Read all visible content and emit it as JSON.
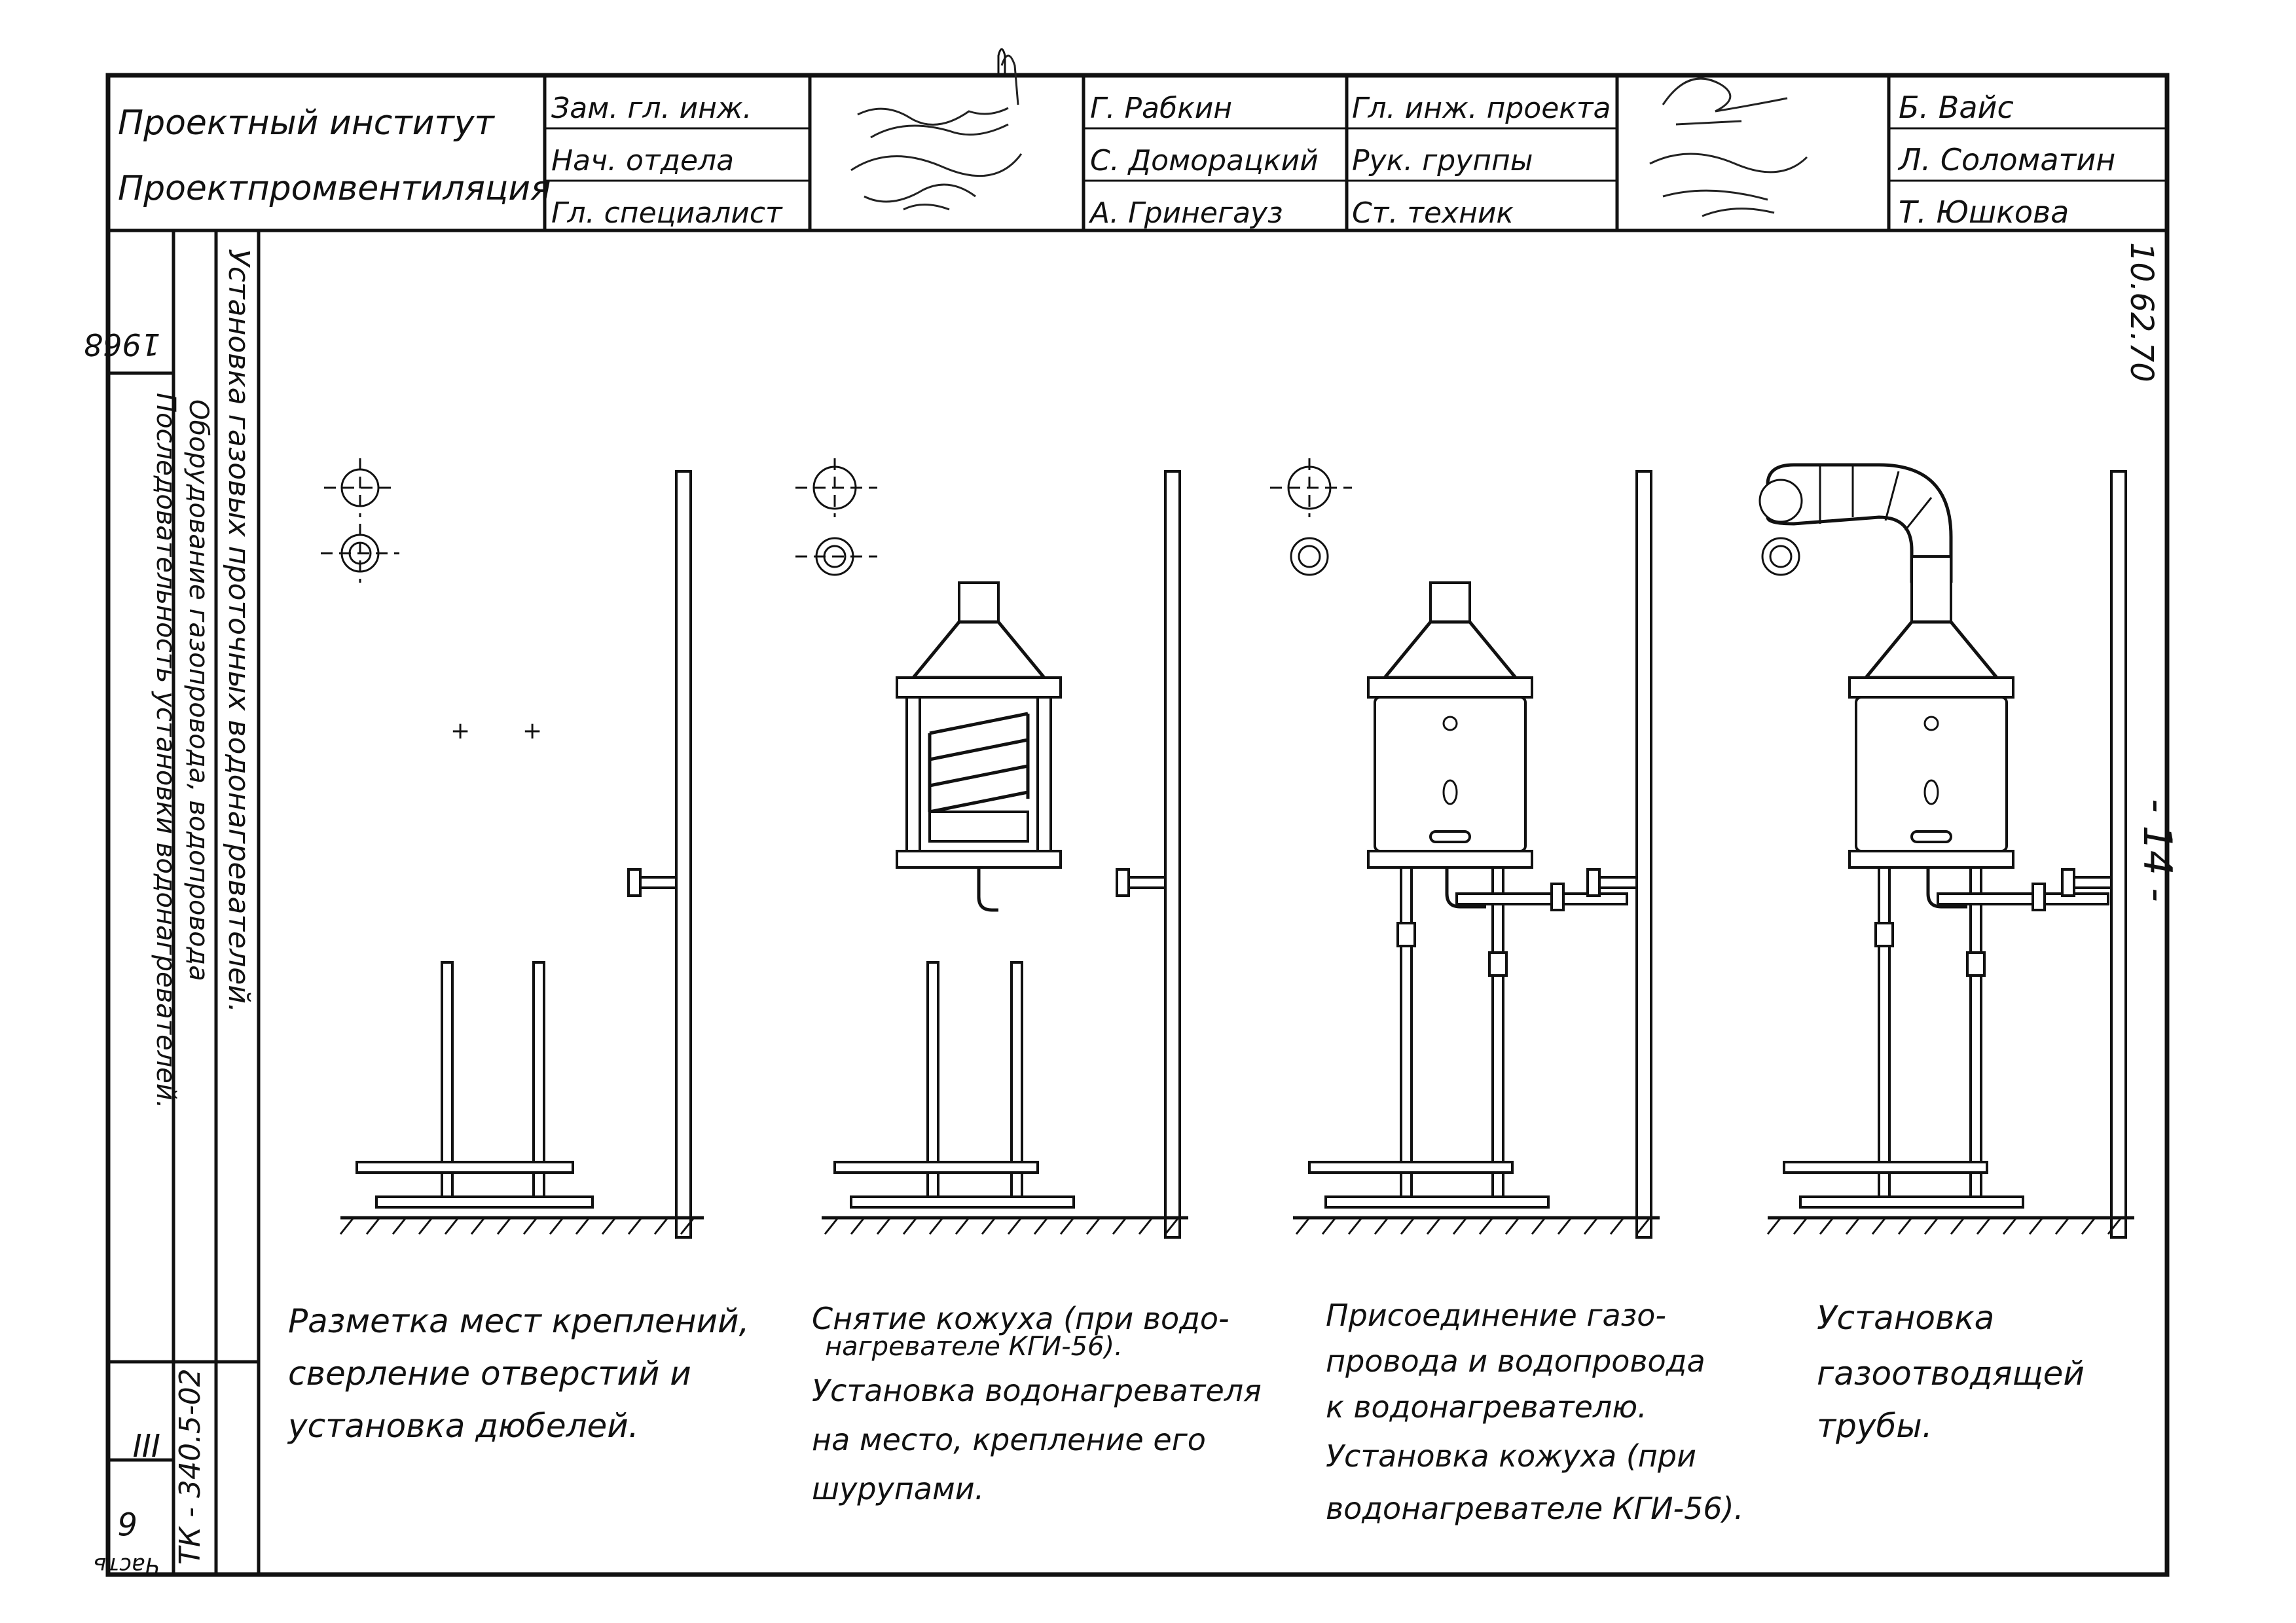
{
  "title_block": {
    "organization_line1": "Проектный институт",
    "organization_line2": "Проектпромвентиляция",
    "roles_left": [
      "Зам. гл. инж.",
      "Нач. отдела",
      "Гл. специалист"
    ],
    "names_left": [
      "Г. Рабкин",
      "С. Доморацкий",
      "А. Гринегауз"
    ],
    "roles_right": [
      "Гл. инж. проекта",
      "Рук. группы",
      "Ст. техник"
    ],
    "names_right": [
      "Б. Вайс",
      "Л. Соломатин",
      "Т. Юшкова"
    ]
  },
  "side_block": {
    "year": "1968",
    "description_line1": "Установка газовых проточных водонагревателей.",
    "description_line2": "Последовательность установки водонагревателей.",
    "description_line3": "Оборудование газопровода, водопровода",
    "section": "III",
    "series": "ТК - 340.5-02",
    "sheet_label": "Часть",
    "sheet_no": "6"
  },
  "drawing_code": "10.62.70",
  "page_number": "- 14 -",
  "steps": [
    {
      "lines": [
        "Разметка мест креплений,",
        "сверление отверстий и",
        "установка дюбелей."
      ]
    },
    {
      "lines": [
        "Снятие кожуха (при водо-",
        "нагревателе КГИ-56).",
        "Установка водонагревателя",
        "на место, крепление его",
        "шурупами."
      ]
    },
    {
      "lines": [
        "Присоединение газо-",
        "провода и водопровода",
        "к водонагревателю.",
        "Установка кожуха (при",
        "водонагревателе КГИ-56)."
      ]
    },
    {
      "lines": [
        "Установка",
        "газоотводящей",
        "трубы."
      ]
    }
  ]
}
